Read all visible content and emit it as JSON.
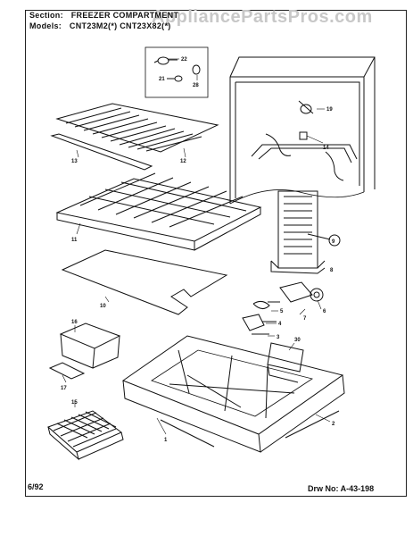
{
  "header": {
    "section_label": "Section:",
    "section_value": "FREEZER COMPARTMENT",
    "models_label": "Models:",
    "models_value": "CNT23M2(*)  CNT23X82(*)",
    "watermark": "AppliancePartsPros.com"
  },
  "footer": {
    "date": "6/92",
    "drawing_label": "Drw No:",
    "drawing_number": "A-43-198"
  },
  "callouts": [
    "22",
    "21",
    "28",
    "19",
    "13",
    "12",
    "14",
    "11",
    "9",
    "8",
    "10",
    "16",
    "5",
    "7",
    "6",
    "4",
    "3",
    "30",
    "17",
    "2",
    "15",
    "1"
  ]
}
